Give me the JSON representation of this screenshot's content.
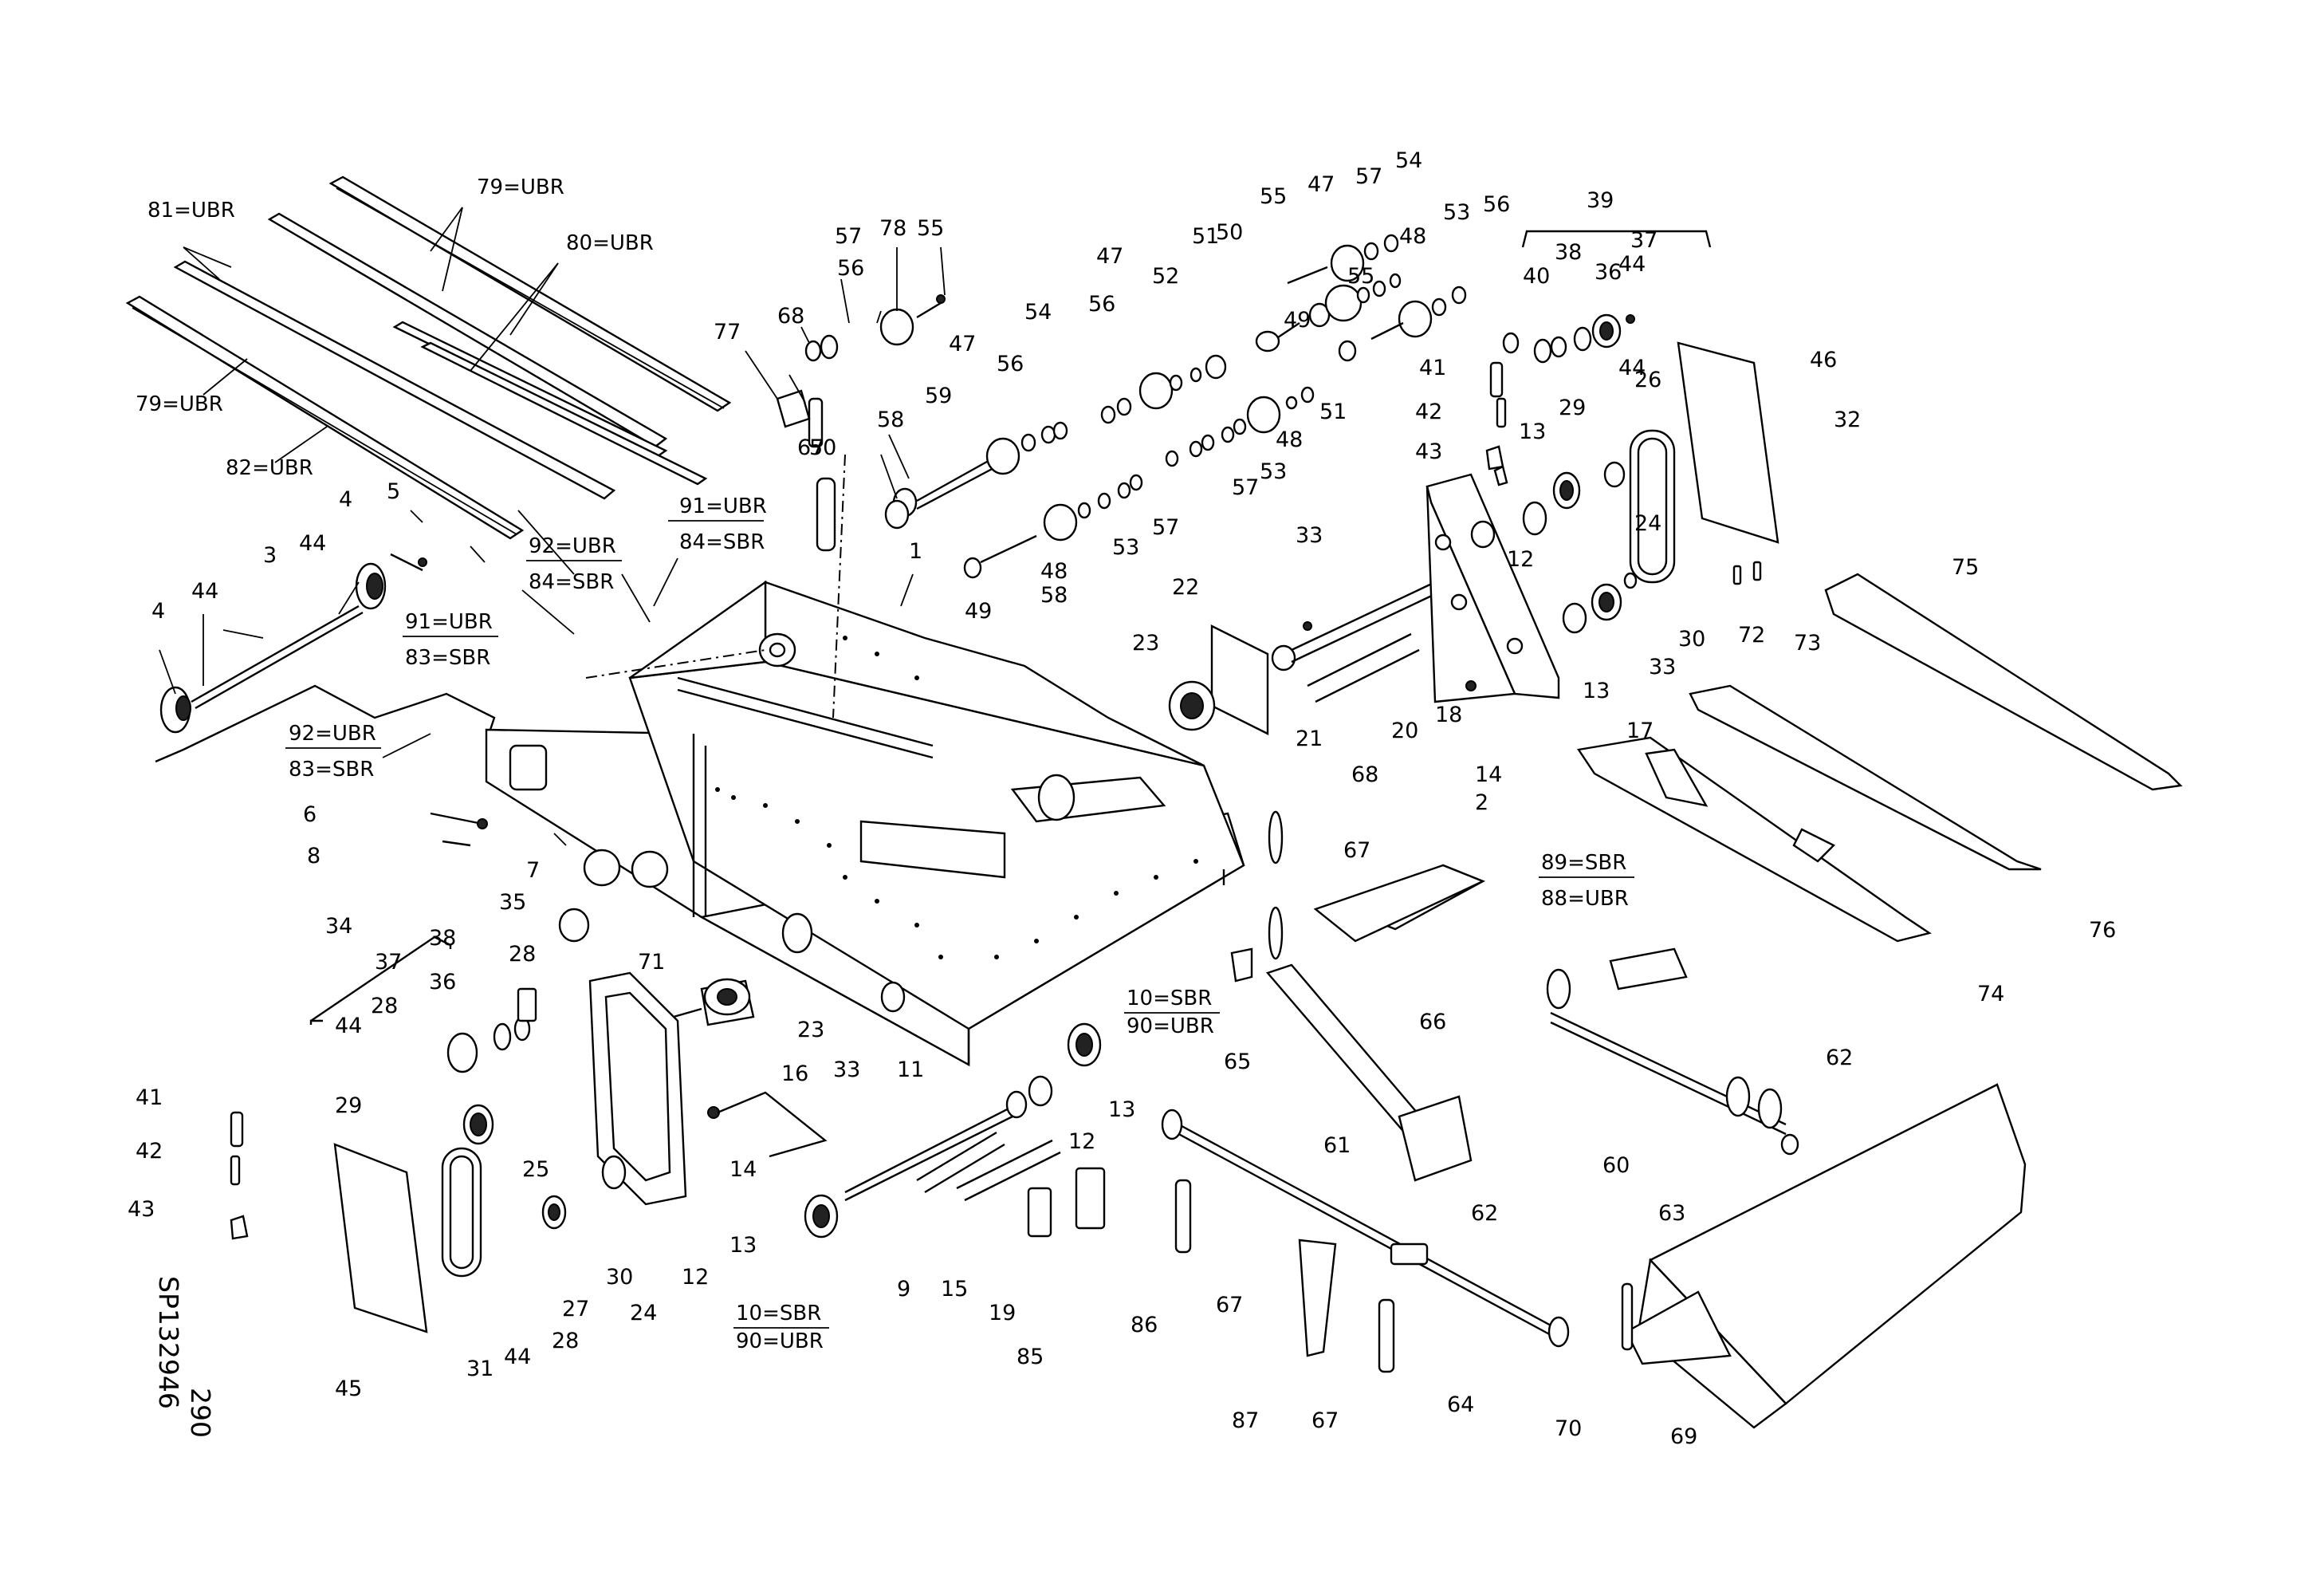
{
  "sheet": {
    "page_number": "290",
    "drawing_code": "SP132946"
  },
  "callouts": [
    {
      "id": "c1",
      "text": "1"
    },
    {
      "id": "c2",
      "text": "2"
    },
    {
      "id": "c3",
      "text": "3"
    },
    {
      "id": "c4a",
      "text": "4"
    },
    {
      "id": "c4b",
      "text": "4"
    },
    {
      "id": "c5",
      "text": "5"
    },
    {
      "id": "c6",
      "text": "6"
    },
    {
      "id": "c7",
      "text": "7"
    },
    {
      "id": "c8",
      "text": "8"
    },
    {
      "id": "c9",
      "text": "9"
    },
    {
      "id": "c10a_1",
      "text": "10=SBR"
    },
    {
      "id": "c10a_2",
      "text": "90=UBR"
    },
    {
      "id": "c10b_1",
      "text": "10=SBR"
    },
    {
      "id": "c10b_2",
      "text": "90=UBR"
    },
    {
      "id": "c11",
      "text": "11"
    },
    {
      "id": "c12a",
      "text": "12"
    },
    {
      "id": "c12b",
      "text": "12"
    },
    {
      "id": "c12c",
      "text": "12"
    },
    {
      "id": "c13a",
      "text": "13"
    },
    {
      "id": "c13b",
      "text": "13"
    },
    {
      "id": "c13c",
      "text": "13"
    },
    {
      "id": "c13d",
      "text": "13"
    },
    {
      "id": "c14a",
      "text": "14"
    },
    {
      "id": "c14b",
      "text": "14"
    },
    {
      "id": "c15",
      "text": "15"
    },
    {
      "id": "c16",
      "text": "16"
    },
    {
      "id": "c17",
      "text": "17"
    },
    {
      "id": "c18",
      "text": "18"
    },
    {
      "id": "c19",
      "text": "19"
    },
    {
      "id": "c20",
      "text": "20"
    },
    {
      "id": "c21",
      "text": "21"
    },
    {
      "id": "c22",
      "text": "22"
    },
    {
      "id": "c23a",
      "text": "23"
    },
    {
      "id": "c23b",
      "text": "23"
    },
    {
      "id": "c24a",
      "text": "24"
    },
    {
      "id": "c24b",
      "text": "24"
    },
    {
      "id": "c25",
      "text": "25"
    },
    {
      "id": "c26",
      "text": "26"
    },
    {
      "id": "c27",
      "text": "27"
    },
    {
      "id": "c28a",
      "text": "28"
    },
    {
      "id": "c28b",
      "text": "28"
    },
    {
      "id": "c28c",
      "text": "28"
    },
    {
      "id": "c29a",
      "text": "29"
    },
    {
      "id": "c29b",
      "text": "29"
    },
    {
      "id": "c30a",
      "text": "30"
    },
    {
      "id": "c30b",
      "text": "30"
    },
    {
      "id": "c31",
      "text": "31"
    },
    {
      "id": "c32",
      "text": "32"
    },
    {
      "id": "c33a",
      "text": "33"
    },
    {
      "id": "c33b",
      "text": "33"
    },
    {
      "id": "c33c",
      "text": "33"
    },
    {
      "id": "c34",
      "text": "34"
    },
    {
      "id": "c35",
      "text": "35"
    },
    {
      "id": "c36a",
      "text": "36"
    },
    {
      "id": "c36b",
      "text": "36"
    },
    {
      "id": "c37a",
      "text": "37"
    },
    {
      "id": "c37b",
      "text": "37"
    },
    {
      "id": "c38a",
      "text": "38"
    },
    {
      "id": "c38b",
      "text": "38"
    },
    {
      "id": "c39",
      "text": "39"
    },
    {
      "id": "c40",
      "text": "40"
    },
    {
      "id": "c41a",
      "text": "41"
    },
    {
      "id": "c41b",
      "text": "41"
    },
    {
      "id": "c42a",
      "text": "42"
    },
    {
      "id": "c42b",
      "text": "42"
    },
    {
      "id": "c43a",
      "text": "43"
    },
    {
      "id": "c43b",
      "text": "43"
    },
    {
      "id": "c44a",
      "text": "44"
    },
    {
      "id": "c44b",
      "text": "44"
    },
    {
      "id": "c44c",
      "text": "44"
    },
    {
      "id": "c44d",
      "text": "44"
    },
    {
      "id": "c44e",
      "text": "44"
    },
    {
      "id": "c44f",
      "text": "44"
    },
    {
      "id": "c45",
      "text": "45"
    },
    {
      "id": "c46",
      "text": "46"
    },
    {
      "id": "c47a",
      "text": "47"
    },
    {
      "id": "c47b",
      "text": "47"
    },
    {
      "id": "c47c",
      "text": "47"
    },
    {
      "id": "c48a",
      "text": "48"
    },
    {
      "id": "c48b",
      "text": "48"
    },
    {
      "id": "c48c",
      "text": "48"
    },
    {
      "id": "c49a",
      "text": "49"
    },
    {
      "id": "c49b",
      "text": "49"
    },
    {
      "id": "c50a",
      "text": "50"
    },
    {
      "id": "c50b",
      "text": "50"
    },
    {
      "id": "c51a",
      "text": "51"
    },
    {
      "id": "c51b",
      "text": "51"
    },
    {
      "id": "c52",
      "text": "52"
    },
    {
      "id": "c53a",
      "text": "53"
    },
    {
      "id": "c53b",
      "text": "53"
    },
    {
      "id": "c53c",
      "text": "53"
    },
    {
      "id": "c54a",
      "text": "54"
    },
    {
      "id": "c54b",
      "text": "54"
    },
    {
      "id": "c55a",
      "text": "55"
    },
    {
      "id": "c55b",
      "text": "55"
    },
    {
      "id": "c55c",
      "text": "55"
    },
    {
      "id": "c56a",
      "text": "56"
    },
    {
      "id": "c56b",
      "text": "56"
    },
    {
      "id": "c56c",
      "text": "56"
    },
    {
      "id": "c56d",
      "text": "56"
    },
    {
      "id": "c57a",
      "text": "57"
    },
    {
      "id": "c57b",
      "text": "57"
    },
    {
      "id": "c57c",
      "text": "57"
    },
    {
      "id": "c57d",
      "text": "57"
    },
    {
      "id": "c58a",
      "text": "58"
    },
    {
      "id": "c58b",
      "text": "58"
    },
    {
      "id": "c59",
      "text": "59"
    },
    {
      "id": "c60",
      "text": "60"
    },
    {
      "id": "c61",
      "text": "61"
    },
    {
      "id": "c62a",
      "text": "62"
    },
    {
      "id": "c62b",
      "text": "62"
    },
    {
      "id": "c63",
      "text": "63"
    },
    {
      "id": "c64",
      "text": "64"
    },
    {
      "id": "c65",
      "text": "65"
    },
    {
      "id": "c66",
      "text": "66"
    },
    {
      "id": "c67a",
      "text": "67"
    },
    {
      "id": "c67b",
      "text": "67"
    },
    {
      "id": "c67c",
      "text": "67"
    },
    {
      "id": "c67d",
      "text": "67"
    },
    {
      "id": "c68a",
      "text": "68"
    },
    {
      "id": "c68b",
      "text": "68"
    },
    {
      "id": "c69",
      "text": "69"
    },
    {
      "id": "c70",
      "text": "70"
    },
    {
      "id": "c71",
      "text": "71"
    },
    {
      "id": "c72",
      "text": "72"
    },
    {
      "id": "c73",
      "text": "73"
    },
    {
      "id": "c74",
      "text": "74"
    },
    {
      "id": "c75",
      "text": "75"
    },
    {
      "id": "c76",
      "text": "76"
    },
    {
      "id": "c77",
      "text": "77"
    },
    {
      "id": "c78",
      "text": "78"
    },
    {
      "id": "c79a",
      "text": "79=UBR"
    },
    {
      "id": "c79b",
      "text": "79=UBR"
    },
    {
      "id": "c80",
      "text": "80=UBR"
    },
    {
      "id": "c81",
      "text": "81=UBR"
    },
    {
      "id": "c82",
      "text": "82=UBR"
    },
    {
      "id": "c8384a_1",
      "text": "91=UBR"
    },
    {
      "id": "c8384a_2",
      "text": "84=SBR"
    },
    {
      "id": "c8384b_1",
      "text": "92=UBR"
    },
    {
      "id": "c8384b_2",
      "text": "84=SBR"
    },
    {
      "id": "c8384c_1",
      "text": "91=UBR"
    },
    {
      "id": "c8384c_2",
      "text": "83=SBR"
    },
    {
      "id": "c8384d_1",
      "text": "92=UBR"
    },
    {
      "id": "c8384d_2",
      "text": "83=SBR"
    },
    {
      "id": "c85",
      "text": "85"
    },
    {
      "id": "c86",
      "text": "86"
    },
    {
      "id": "c87",
      "text": "87"
    },
    {
      "id": "c8889_1",
      "text": "89=SBR"
    },
    {
      "id": "c8889_2",
      "text": "88=UBR"
    }
  ]
}
